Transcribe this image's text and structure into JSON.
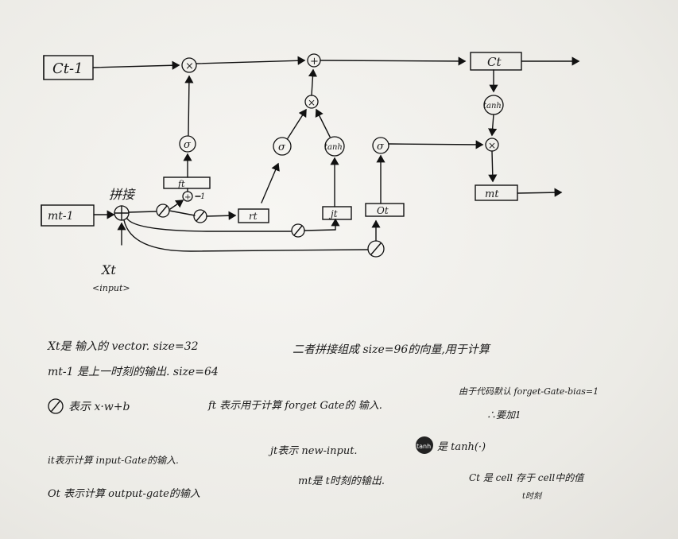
{
  "diagram": {
    "boxes": {
      "c_prev": "Ct-1",
      "c_t": "Ct",
      "m_prev": "mt-1",
      "m_t": "mt",
      "f_t": "ft",
      "r_t": "rt",
      "j_t": "jt",
      "o_t": "Ot"
    },
    "ops": {
      "multiply": "×",
      "add": "+",
      "sigma": "σ",
      "tanh": "tanh",
      "linear": "/",
      "plus_one": "1"
    },
    "concat_label": "拼接",
    "input_symbol": "Xt",
    "input_note": "<input>"
  },
  "notes": {
    "line1": "Xt是 输入的 vector. size=32",
    "line1_right": "二者拼接组成 size=96的向量,用于计算",
    "line2": "mt-1 是上一时刻的输出. size=64",
    "line3_symbol": "/",
    "line3_a": "表示 x·w+b",
    "line3_b": "ft 表示用于计算 forget Gate的 输入.",
    "line3_c": "由于代码默认 forget-Gate-bias=1",
    "line3_d": "∴要加1",
    "line4_a": "it表示计算 input-Gate的输入.",
    "line4_b": "jt表示 new-input.",
    "line4_c_symbol": "tanh",
    "line4_c": "是 tanh(·)",
    "line5_a": "Ot 表示计算 output-gate的输入",
    "line5_b": "mt是 t时刻的输出.",
    "line5_c": "Ct 是 cell 存于 cell中的值",
    "line5_d": "t时刻"
  },
  "colors": {
    "ink": "#111111",
    "paper": "#f1f0ec"
  }
}
